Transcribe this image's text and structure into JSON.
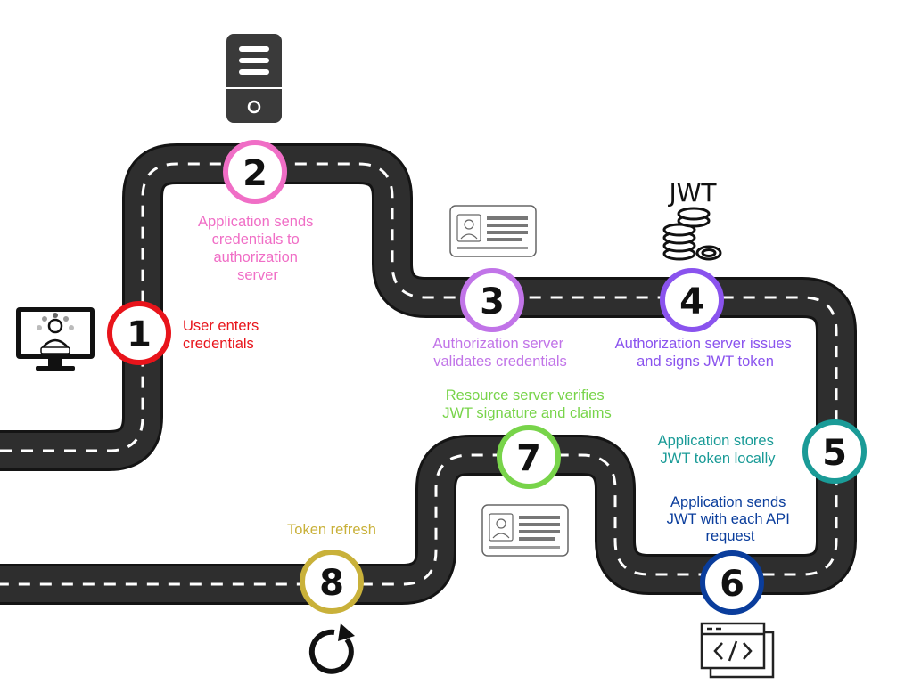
{
  "colors": {
    "step1": "#e8141b",
    "step2": "#f06ec6",
    "step3": "#c174e8",
    "step4": "#8a53ee",
    "step5": "#1a9b97",
    "step6": "#0a3d9c",
    "step7": "#78d44a",
    "step8": "#c9b13a"
  },
  "steps": [
    {
      "number": "1",
      "lines": [
        "User enters",
        "credentials"
      ]
    },
    {
      "number": "2",
      "lines": [
        "Application sends",
        "credentials to",
        "authorization",
        "server"
      ]
    },
    {
      "number": "3",
      "lines": [
        "Authorization server",
        "validates credentials"
      ]
    },
    {
      "number": "4",
      "lines": [
        "Authorization server issues",
        "and signs JWT token"
      ]
    },
    {
      "number": "5",
      "lines": [
        "Application stores",
        "JWT token locally"
      ]
    },
    {
      "number": "6",
      "lines": [
        "Application sends",
        "JWT with each API",
        "request"
      ]
    },
    {
      "number": "7",
      "lines": [
        "Resource server verifies",
        "JWT signature and claims"
      ]
    },
    {
      "number": "8",
      "lines": [
        "Token refresh"
      ]
    }
  ],
  "icons": {
    "computer": "computer-user-icon",
    "server": "server-tower-icon",
    "id_card_top": "id-card-icon",
    "jwt_coins": "coin-stack-icon",
    "jwt_label": "JWT",
    "id_card_bottom": "id-card-icon",
    "code_window": "code-window-icon",
    "refresh": "refresh-icon"
  }
}
